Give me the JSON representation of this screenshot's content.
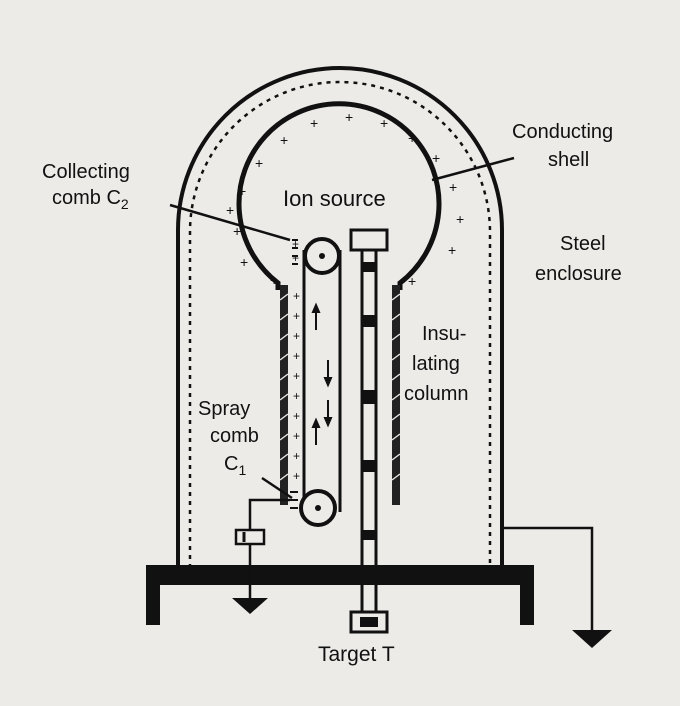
{
  "labels": {
    "ion_source": "Ion source",
    "collecting_comb": "Collecting",
    "collecting_comb_2": "comb C",
    "collecting_comb_sub": "2",
    "conducting_shell_1": "Conducting",
    "conducting_shell_2": "shell",
    "steel_enclosure_1": "Steel",
    "steel_enclosure_2": "enclosure",
    "insulating_column_1": "Insu-",
    "insulating_column_2": "lating",
    "insulating_column_3": "column",
    "spray_comb_1": "Spray",
    "spray_comb_2": "comb",
    "spray_comb_3": "C",
    "spray_comb_sub": "1",
    "target": "Target T"
  },
  "colors": {
    "background": "#ecebe8",
    "ink": "#111111"
  }
}
